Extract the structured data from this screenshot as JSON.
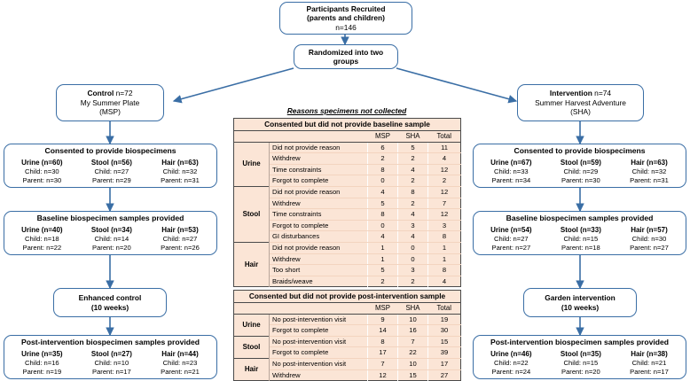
{
  "flow": {
    "recruited": {
      "line1": "Participants Recruited",
      "line2": "(parents and children)",
      "line3": "n=146"
    },
    "randomized": {
      "line1": "Randomized into two",
      "line2": "groups"
    },
    "control_arm": {
      "line1_bold": "Control",
      "line1_reg": " n=72",
      "line2": "My Summer Plate",
      "line3": "(MSP)"
    },
    "intervention_arm": {
      "line1_bold": "Intervention",
      "line1_reg": " n=74",
      "line2": "Summer Harvest Adventure",
      "line3": "(SHA)"
    },
    "control_consented": {
      "header": "Consented to provide biospecimens",
      "cols": [
        {
          "name": "Urine (n=60)",
          "child": "Child: n=30",
          "parent": "Parent: n=30"
        },
        {
          "name": "Stool (n=56)",
          "child": "Child: n=27",
          "parent": "Parent: n=29"
        },
        {
          "name": "Hair (n=63)",
          "child": "Child: n=32",
          "parent": "Parent: n=31"
        }
      ]
    },
    "control_baseline": {
      "header": "Baseline biospecimen samples provided",
      "cols": [
        {
          "name": "Urine (n=40)",
          "child": "Child: n=18",
          "parent": "Parent: n=22"
        },
        {
          "name": "Stool (n=34)",
          "child": "Child: n=14",
          "parent": "Parent: n=20"
        },
        {
          "name": "Hair (n=53)",
          "child": "Child: n=27",
          "parent": "Parent: n=26"
        }
      ]
    },
    "control_phase": {
      "line1": "Enhanced control",
      "line2": "(10 weeks)"
    },
    "control_post": {
      "header": "Post-intervention biospecimen samples provided",
      "cols": [
        {
          "name": "Urine (n=35)",
          "child": "Child: n=16",
          "parent": "Parent: n=19"
        },
        {
          "name": "Stool (n=27)",
          "child": "Child: n=10",
          "parent": "Parent: n=17"
        },
        {
          "name": "Hair (n=44)",
          "child": "Child: n=23",
          "parent": "Parent: n=21"
        }
      ]
    },
    "intervention_consented": {
      "header": "Consented to provide biospecimens",
      "cols": [
        {
          "name": "Urine (n=67)",
          "child": "Child: n=33",
          "parent": "Parent: n=34"
        },
        {
          "name": "Stool (n=59)",
          "child": "Child: n=29",
          "parent": "Parent: n=30"
        },
        {
          "name": "Hair (n=63)",
          "child": "Child: n=32",
          "parent": "Parent: n=31"
        }
      ]
    },
    "intervention_baseline": {
      "header": "Baseline biospecimen samples provided",
      "cols": [
        {
          "name": "Urine (n=54)",
          "child": "Child: n=27",
          "parent": "Parent: n=27"
        },
        {
          "name": "Stool (n=33)",
          "child": "Child: n=15",
          "parent": "Parent: n=18"
        },
        {
          "name": "Hair (n=57)",
          "child": "Child: n=30",
          "parent": "Parent: n=27"
        }
      ]
    },
    "intervention_phase": {
      "line1": "Garden intervention",
      "line2": "(10 weeks)"
    },
    "intervention_post": {
      "header": "Post-intervention biospecimen samples provided",
      "cols": [
        {
          "name": "Urine (n=46)",
          "child": "Child: n=22",
          "parent": "Parent: n=24"
        },
        {
          "name": "Stool (n=35)",
          "child": "Child: n=15",
          "parent": "Parent: n=20"
        },
        {
          "name": "Hair (n=38)",
          "child": "Child: n=21",
          "parent": "Parent: n=17"
        }
      ]
    }
  },
  "tables": {
    "title": "Reasons specimens not collected",
    "columns": [
      "MSP",
      "SHA",
      "Total"
    ],
    "baseline": {
      "caption": "Consented but did not provide baseline sample",
      "groups": [
        {
          "specimen": "Urine",
          "rows": [
            {
              "reason": "Did not provide reason",
              "msp": "6",
              "sha": "5",
              "total": "11"
            },
            {
              "reason": "Withdrew",
              "msp": "2",
              "sha": "2",
              "total": "4"
            },
            {
              "reason": "Time constraints",
              "msp": "8",
              "sha": "4",
              "total": "12"
            },
            {
              "reason": "Forgot to complete",
              "msp": "0",
              "sha": "2",
              "total": "2"
            }
          ]
        },
        {
          "specimen": "Stool",
          "rows": [
            {
              "reason": "Did not provide reason",
              "msp": "4",
              "sha": "8",
              "total": "12"
            },
            {
              "reason": "Withdrew",
              "msp": "5",
              "sha": "2",
              "total": "7"
            },
            {
              "reason": "Time constraints",
              "msp": "8",
              "sha": "4",
              "total": "12"
            },
            {
              "reason": "Forgot to complete",
              "msp": "0",
              "sha": "3",
              "total": "3"
            },
            {
              "reason": "GI disturbances",
              "msp": "4",
              "sha": "4",
              "total": "8"
            }
          ]
        },
        {
          "specimen": "Hair",
          "rows": [
            {
              "reason": "Did not provide reason",
              "msp": "1",
              "sha": "0",
              "total": "1"
            },
            {
              "reason": "Withdrew",
              "msp": "1",
              "sha": "0",
              "total": "1"
            },
            {
              "reason": "Too short",
              "msp": "5",
              "sha": "3",
              "total": "8"
            },
            {
              "reason": "Braids/weave",
              "msp": "2",
              "sha": "2",
              "total": "4"
            }
          ]
        }
      ]
    },
    "post": {
      "caption": "Consented but did not provide post-intervention sample",
      "groups": [
        {
          "specimen": "Urine",
          "rows": [
            {
              "reason": "No post-intervention visit",
              "msp": "9",
              "sha": "10",
              "total": "19"
            },
            {
              "reason": "Forgot to complete",
              "msp": "14",
              "sha": "16",
              "total": "30"
            }
          ]
        },
        {
          "specimen": "Stool",
          "rows": [
            {
              "reason": "No post-intervention visit",
              "msp": "8",
              "sha": "7",
              "total": "15"
            },
            {
              "reason": "Forgot to complete",
              "msp": "17",
              "sha": "22",
              "total": "39"
            }
          ]
        },
        {
          "specimen": "Hair",
          "rows": [
            {
              "reason": "No post-intervention visit",
              "msp": "7",
              "sha": "10",
              "total": "17"
            },
            {
              "reason": "Withdrew",
              "msp": "12",
              "sha": "15",
              "total": "27"
            }
          ]
        }
      ]
    }
  },
  "colors": {
    "box_border": "#3a6ea5",
    "arrow": "#3a6ea5",
    "table_fill": "#fbe5d6",
    "table_border": "#4a4a4a"
  }
}
